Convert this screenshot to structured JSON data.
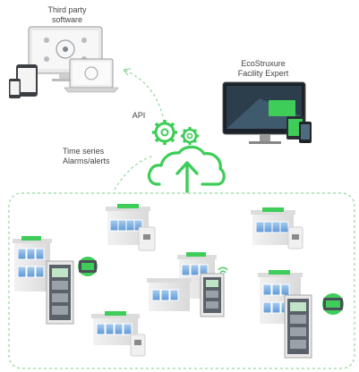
{
  "labels": {
    "third_party_line1": "Third party",
    "third_party_line2": "software",
    "ecostruxure_line1": "EcoStruxure",
    "ecostruxure_line2": "Facility Expert",
    "api": "API",
    "time_series_line1": "Time series",
    "time_series_line2": "Alarms/alerts"
  },
  "colors": {
    "accent_green": "#3dcd58",
    "dashed_green": "#8fd99b",
    "building_gray": "#e6e6e6",
    "window_blue": "#7fb2e5",
    "dark_screen": "#1f2a33"
  }
}
